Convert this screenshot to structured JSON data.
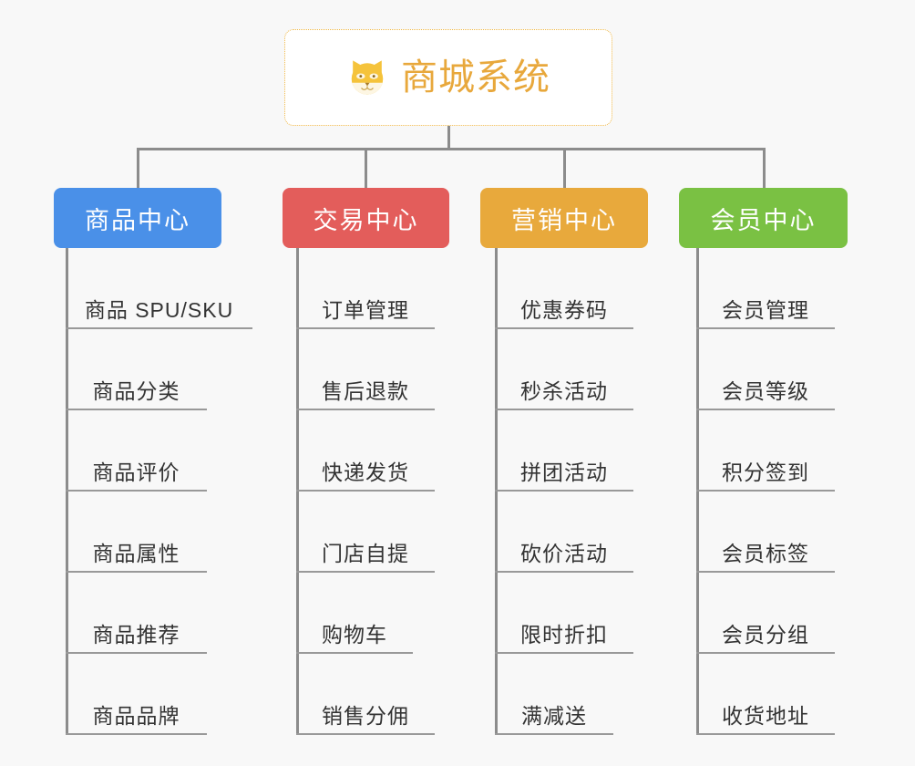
{
  "background_color": "#f8f8f8",
  "root": {
    "title": "商城系统",
    "icon": "shiba-dog-icon",
    "border_color": "#f0b846",
    "text_color": "#e8a83c"
  },
  "columns": [
    {
      "header": "商品中心",
      "color": "#4a90e8",
      "items": [
        "商品 SPU/SKU",
        "商品分类",
        "商品评价",
        "商品属性",
        "商品推荐",
        "商品品牌"
      ]
    },
    {
      "header": "交易中心",
      "color": "#e35d5b",
      "items": [
        "订单管理",
        "售后退款",
        "快递发货",
        "门店自提",
        "购物车",
        "销售分佣"
      ]
    },
    {
      "header": "营销中心",
      "color": "#e8a93c",
      "items": [
        "优惠券码",
        "秒杀活动",
        "拼团活动",
        "砍价活动",
        "限时折扣",
        "满减送"
      ]
    },
    {
      "header": "会员中心",
      "color": "#7ac143",
      "items": [
        "会员管理",
        "会员等级",
        "积分签到",
        "会员标签",
        "会员分组",
        "收货地址"
      ]
    }
  ],
  "connector_color": "#8c8c8c",
  "leaf_underline_color": "#999999",
  "leaf_text_color": "#333333"
}
